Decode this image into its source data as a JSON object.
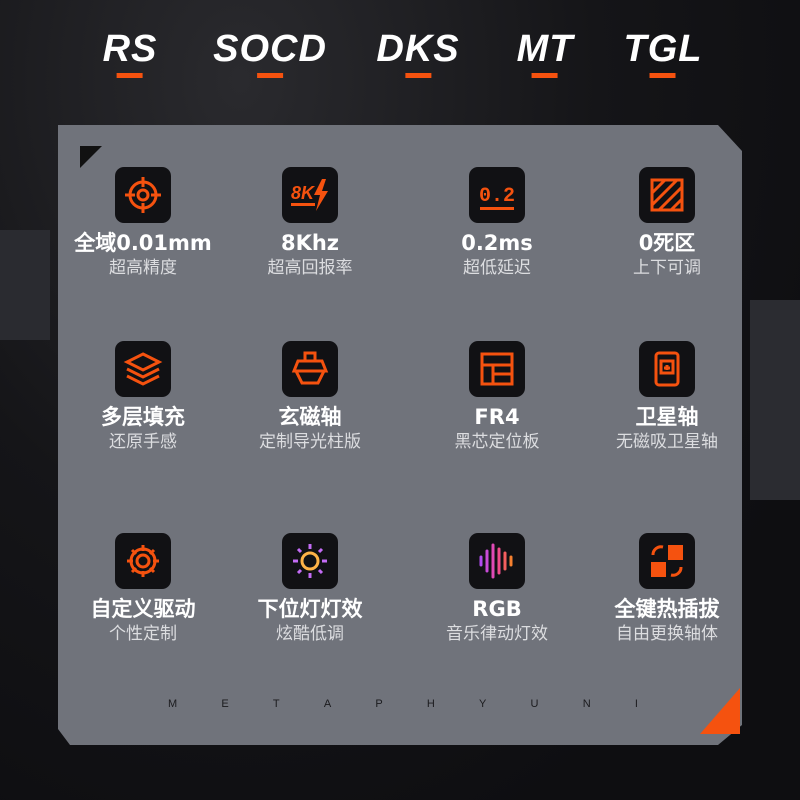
{
  "tabs": [
    "RS",
    "SOCD",
    "DKS",
    "MT",
    "TGL"
  ],
  "features": [
    {
      "title": "全域0.01mm",
      "sub": "超高精度",
      "icon": "crosshair-icon"
    },
    {
      "title": "8Khz",
      "sub": "超高回报率",
      "icon": "8k-bolt-icon"
    },
    {
      "title": "0.2ms",
      "sub": "超低延迟",
      "icon": "0.2-icon"
    },
    {
      "title": "0死区",
      "sub": "上下可调",
      "icon": "hatch-square-icon"
    },
    {
      "title": "多层填充",
      "sub": "还原手感",
      "icon": "layers-icon"
    },
    {
      "title": "玄磁轴",
      "sub": "定制导光柱版",
      "icon": "switch-icon"
    },
    {
      "title": "FR4",
      "sub": "黑芯定位板",
      "icon": "plate-icon"
    },
    {
      "title": "卫星轴",
      "sub": "无磁吸卫星轴",
      "icon": "stabilizer-icon"
    },
    {
      "title": "自定义驱动",
      "sub": "个性定制",
      "icon": "gear-icon"
    },
    {
      "title": "下位灯灯效",
      "sub": "炫酷低调",
      "icon": "light-icon"
    },
    {
      "title": "RGB",
      "sub": "音乐律动灯效",
      "icon": "soundwave-icon"
    },
    {
      "title": "全键热插拔",
      "sub": "自由更换轴体",
      "icon": "swap-icon"
    }
  ],
  "icon_labels": {
    "k8": "8K",
    "z2": "0.2"
  },
  "brand_letters": [
    "M",
    "E",
    "T",
    "A",
    "P",
    "H",
    "Y",
    "U",
    "N",
    "I"
  ],
  "colors": {
    "accent": "#f5520f",
    "panel": "#70737b"
  }
}
